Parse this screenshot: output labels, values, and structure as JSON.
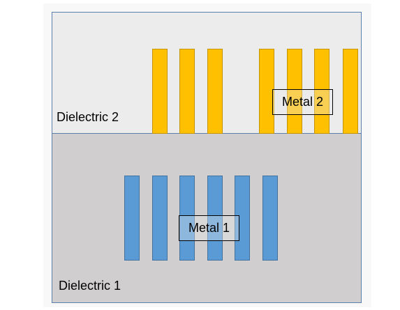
{
  "diagram": {
    "layers": {
      "dielectric_top": "Dielectric 2",
      "dielectric_bottom": "Dielectric 1"
    },
    "labels": {
      "metal_top": "Metal 2",
      "metal_bottom": "Metal 1"
    },
    "colors": {
      "metal_top_fill": "#ffc000",
      "metal_bottom_fill": "#5b9bd5",
      "dielectric_top_fill": "#ececec",
      "dielectric_bottom_fill": "#d0cece",
      "outline": "#5b7fa8"
    }
  }
}
